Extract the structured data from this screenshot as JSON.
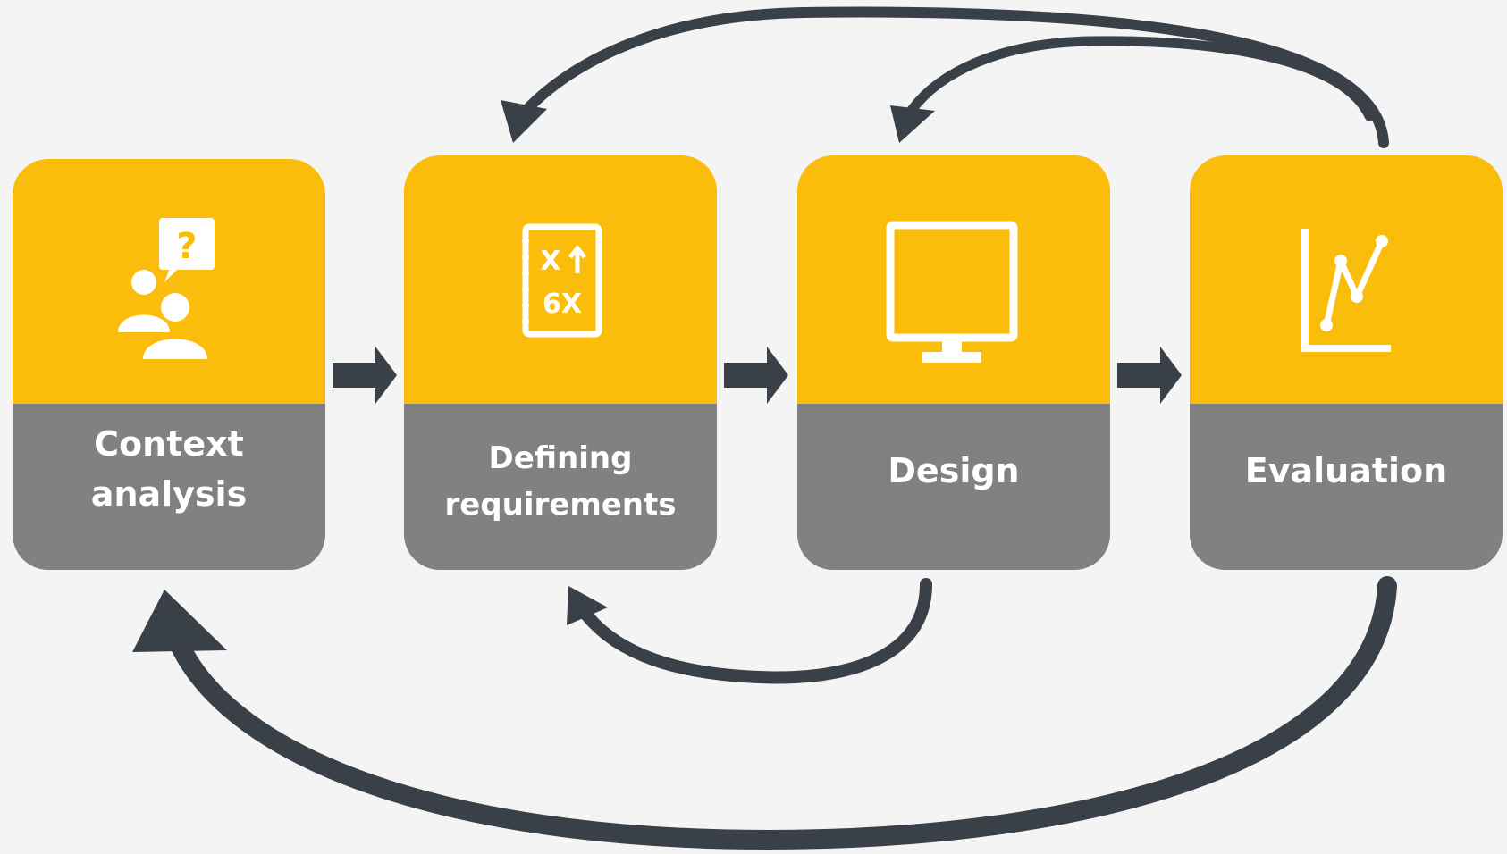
{
  "colors": {
    "background": "#f4f4f5",
    "box_top": "#fbbd0b",
    "box_bottom": "#808183",
    "label_text": "#ffffff",
    "arrow": "#3a4048",
    "icon": "#ffffff"
  },
  "steps": [
    {
      "lines": [
        "Context",
        "analysis"
      ],
      "icon": "people-question-icon"
    },
    {
      "lines": [
        "Defining",
        "requirements"
      ],
      "icon": "strategy-notebook-icon"
    },
    {
      "lines": [
        "Design"
      ],
      "icon": "monitor-icon"
    },
    {
      "lines": [
        "Evaluation"
      ],
      "icon": "line-chart-icon"
    }
  ],
  "icon_text": {
    "question_mark": "?",
    "notebook_line_1": "X",
    "notebook_line_2": "6X"
  }
}
